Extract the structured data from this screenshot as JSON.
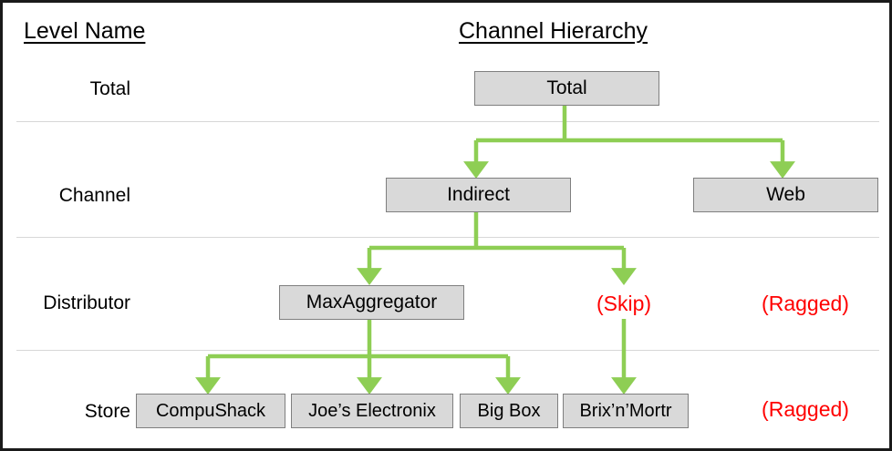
{
  "headers": {
    "left": "Level Name",
    "right": "Channel Hierarchy"
  },
  "colors": {
    "connector_green": "#8ece54",
    "node_fill": "#d9d9d9",
    "node_border": "#7f7f7f",
    "annotation_red": "#ff0000",
    "separator_gray": "#d7d7d7",
    "frame": "#1a1a1a",
    "text": "#000000"
  },
  "levels": [
    {
      "name": "Total",
      "label": "Total"
    },
    {
      "name": "Channel",
      "label": "Channel"
    },
    {
      "name": "Distributor",
      "label": "Distributor"
    },
    {
      "name": "Store",
      "label": "Store"
    }
  ],
  "nodes": {
    "total": "Total",
    "indirect": "Indirect",
    "web": "Web",
    "maxaggregator": "MaxAggregator",
    "compushack": "CompuShack",
    "joes": "Joe’s Electronix",
    "bigbox": "Big Box",
    "brix": "Brix’n’Mortr"
  },
  "annotations": {
    "skip": "(Skip)",
    "ragged_distributor": "(Ragged)",
    "ragged_store": "(Ragged)"
  }
}
